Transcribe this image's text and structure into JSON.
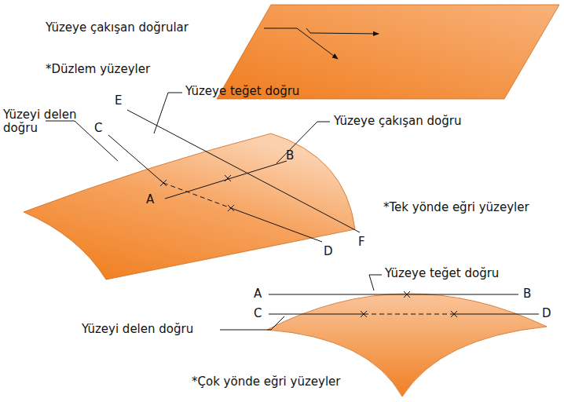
{
  "diagram": {
    "labels": [
      "Yüzeye çakışan doğrular",
      "*Düzlem yüzeyler",
      "Yüzeyi delen doğru",
      "E",
      "Yüzeye teğet doğru",
      "Yüzeye çakışan doğru",
      "C",
      "B",
      "A",
      "*Tek yönde eğri yüzeyler",
      "D",
      "F",
      "Yüzeye teğet doğru",
      "A",
      "B",
      "C",
      "D",
      "Yüzeyi delen doğru",
      "*Çok yönde eğri yüzeyler"
    ]
  }
}
